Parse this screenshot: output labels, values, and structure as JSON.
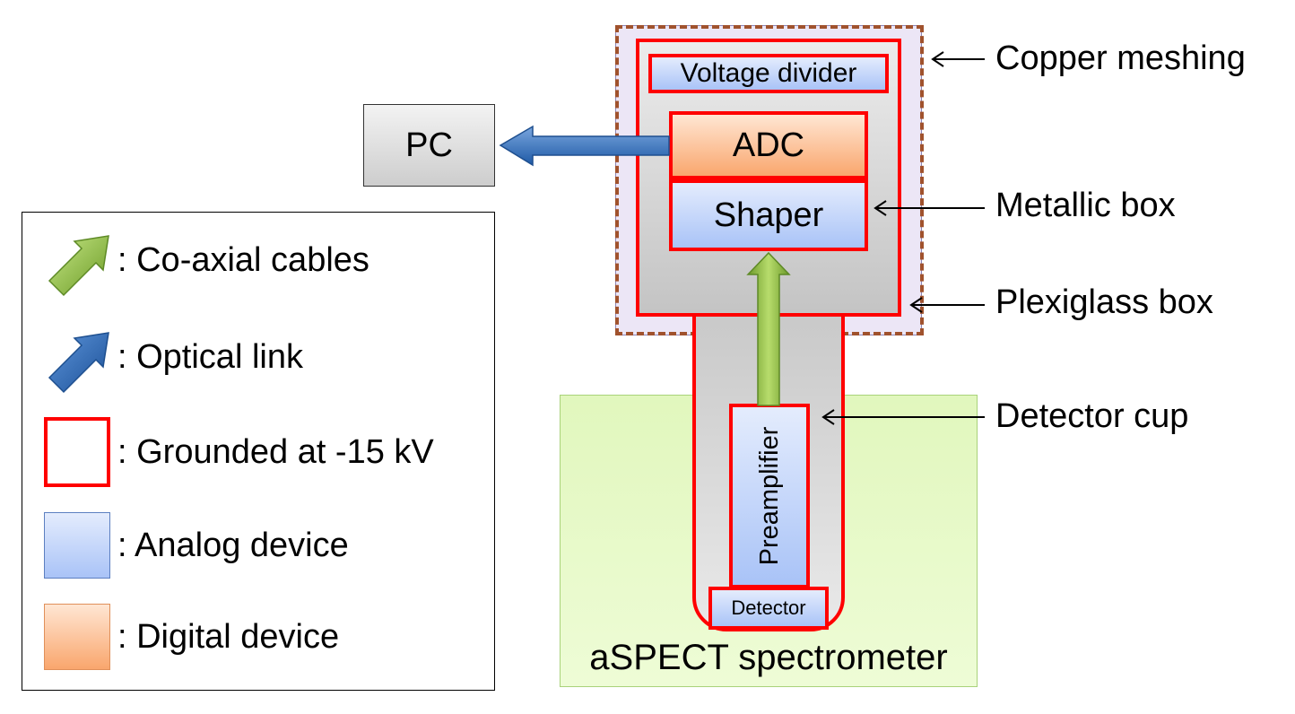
{
  "pc": {
    "label": "PC"
  },
  "electronics": {
    "voltage_divider": "Voltage divider",
    "adc": "ADC",
    "shaper": "Shaper",
    "preamplifier": "Preamplifier",
    "detector": "Detector"
  },
  "spectrometer": {
    "label": "aSPECT spectrometer"
  },
  "callouts": {
    "copper_meshing": "Copper meshing",
    "metallic_box": "Metallic box",
    "plexiglass_box": "Plexiglass box",
    "detector_cup": "Detector cup"
  },
  "legend": {
    "coaxial": ": Co-axial cables",
    "optical": ": Optical link",
    "grounded": ": Grounded at -15 kV",
    "analog": ": Analog device",
    "digital": ": Digital device"
  },
  "colors": {
    "grounded_border": "#ff0000",
    "analog_fill": "#b7cdf8",
    "digital_fill": "#fbb482",
    "coaxial_arrow": "#8db83f",
    "optical_arrow": "#2e6db8",
    "spectrometer_fill": "#e6f9c6",
    "plexiglass_fill": "#ece6f6",
    "copper_mesh": "#a0522d"
  },
  "icons": [
    "coaxial-arrow-icon",
    "optical-arrow-icon",
    "arrow-left-icon"
  ]
}
